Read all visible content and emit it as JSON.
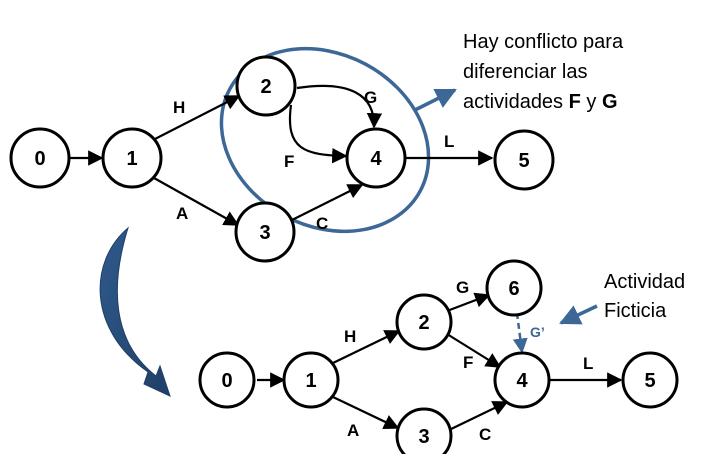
{
  "colors": {
    "accent": "#3d6796",
    "arrow_fill": "#2f5a8c",
    "node_stroke": "#000000"
  },
  "top_diagram": {
    "nodes": [
      "0",
      "1",
      "2",
      "3",
      "4",
      "5"
    ],
    "edges": {
      "H": "H",
      "G": "G",
      "F": "F",
      "A": "A",
      "C": "C",
      "L": "L"
    }
  },
  "conflict_note": {
    "line1": "Hay conflicto para",
    "line2": "diferenciar las",
    "line3_prefix": "actividades ",
    "line3_f": "F",
    "line3_mid": " y ",
    "line3_g": "G"
  },
  "bottom_diagram": {
    "nodes": [
      "0",
      "1",
      "2",
      "3",
      "4",
      "5",
      "6"
    ],
    "edges": {
      "H": "H",
      "G": "G",
      "F": "F",
      "A": "A",
      "C": "C",
      "L": "L",
      "dummy": "G’"
    }
  },
  "dummy_note": {
    "line1": "Actividad",
    "line2": "Ficticia"
  },
  "icons": [
    "transform-arrow-icon",
    "pointer-arrow-icon"
  ]
}
